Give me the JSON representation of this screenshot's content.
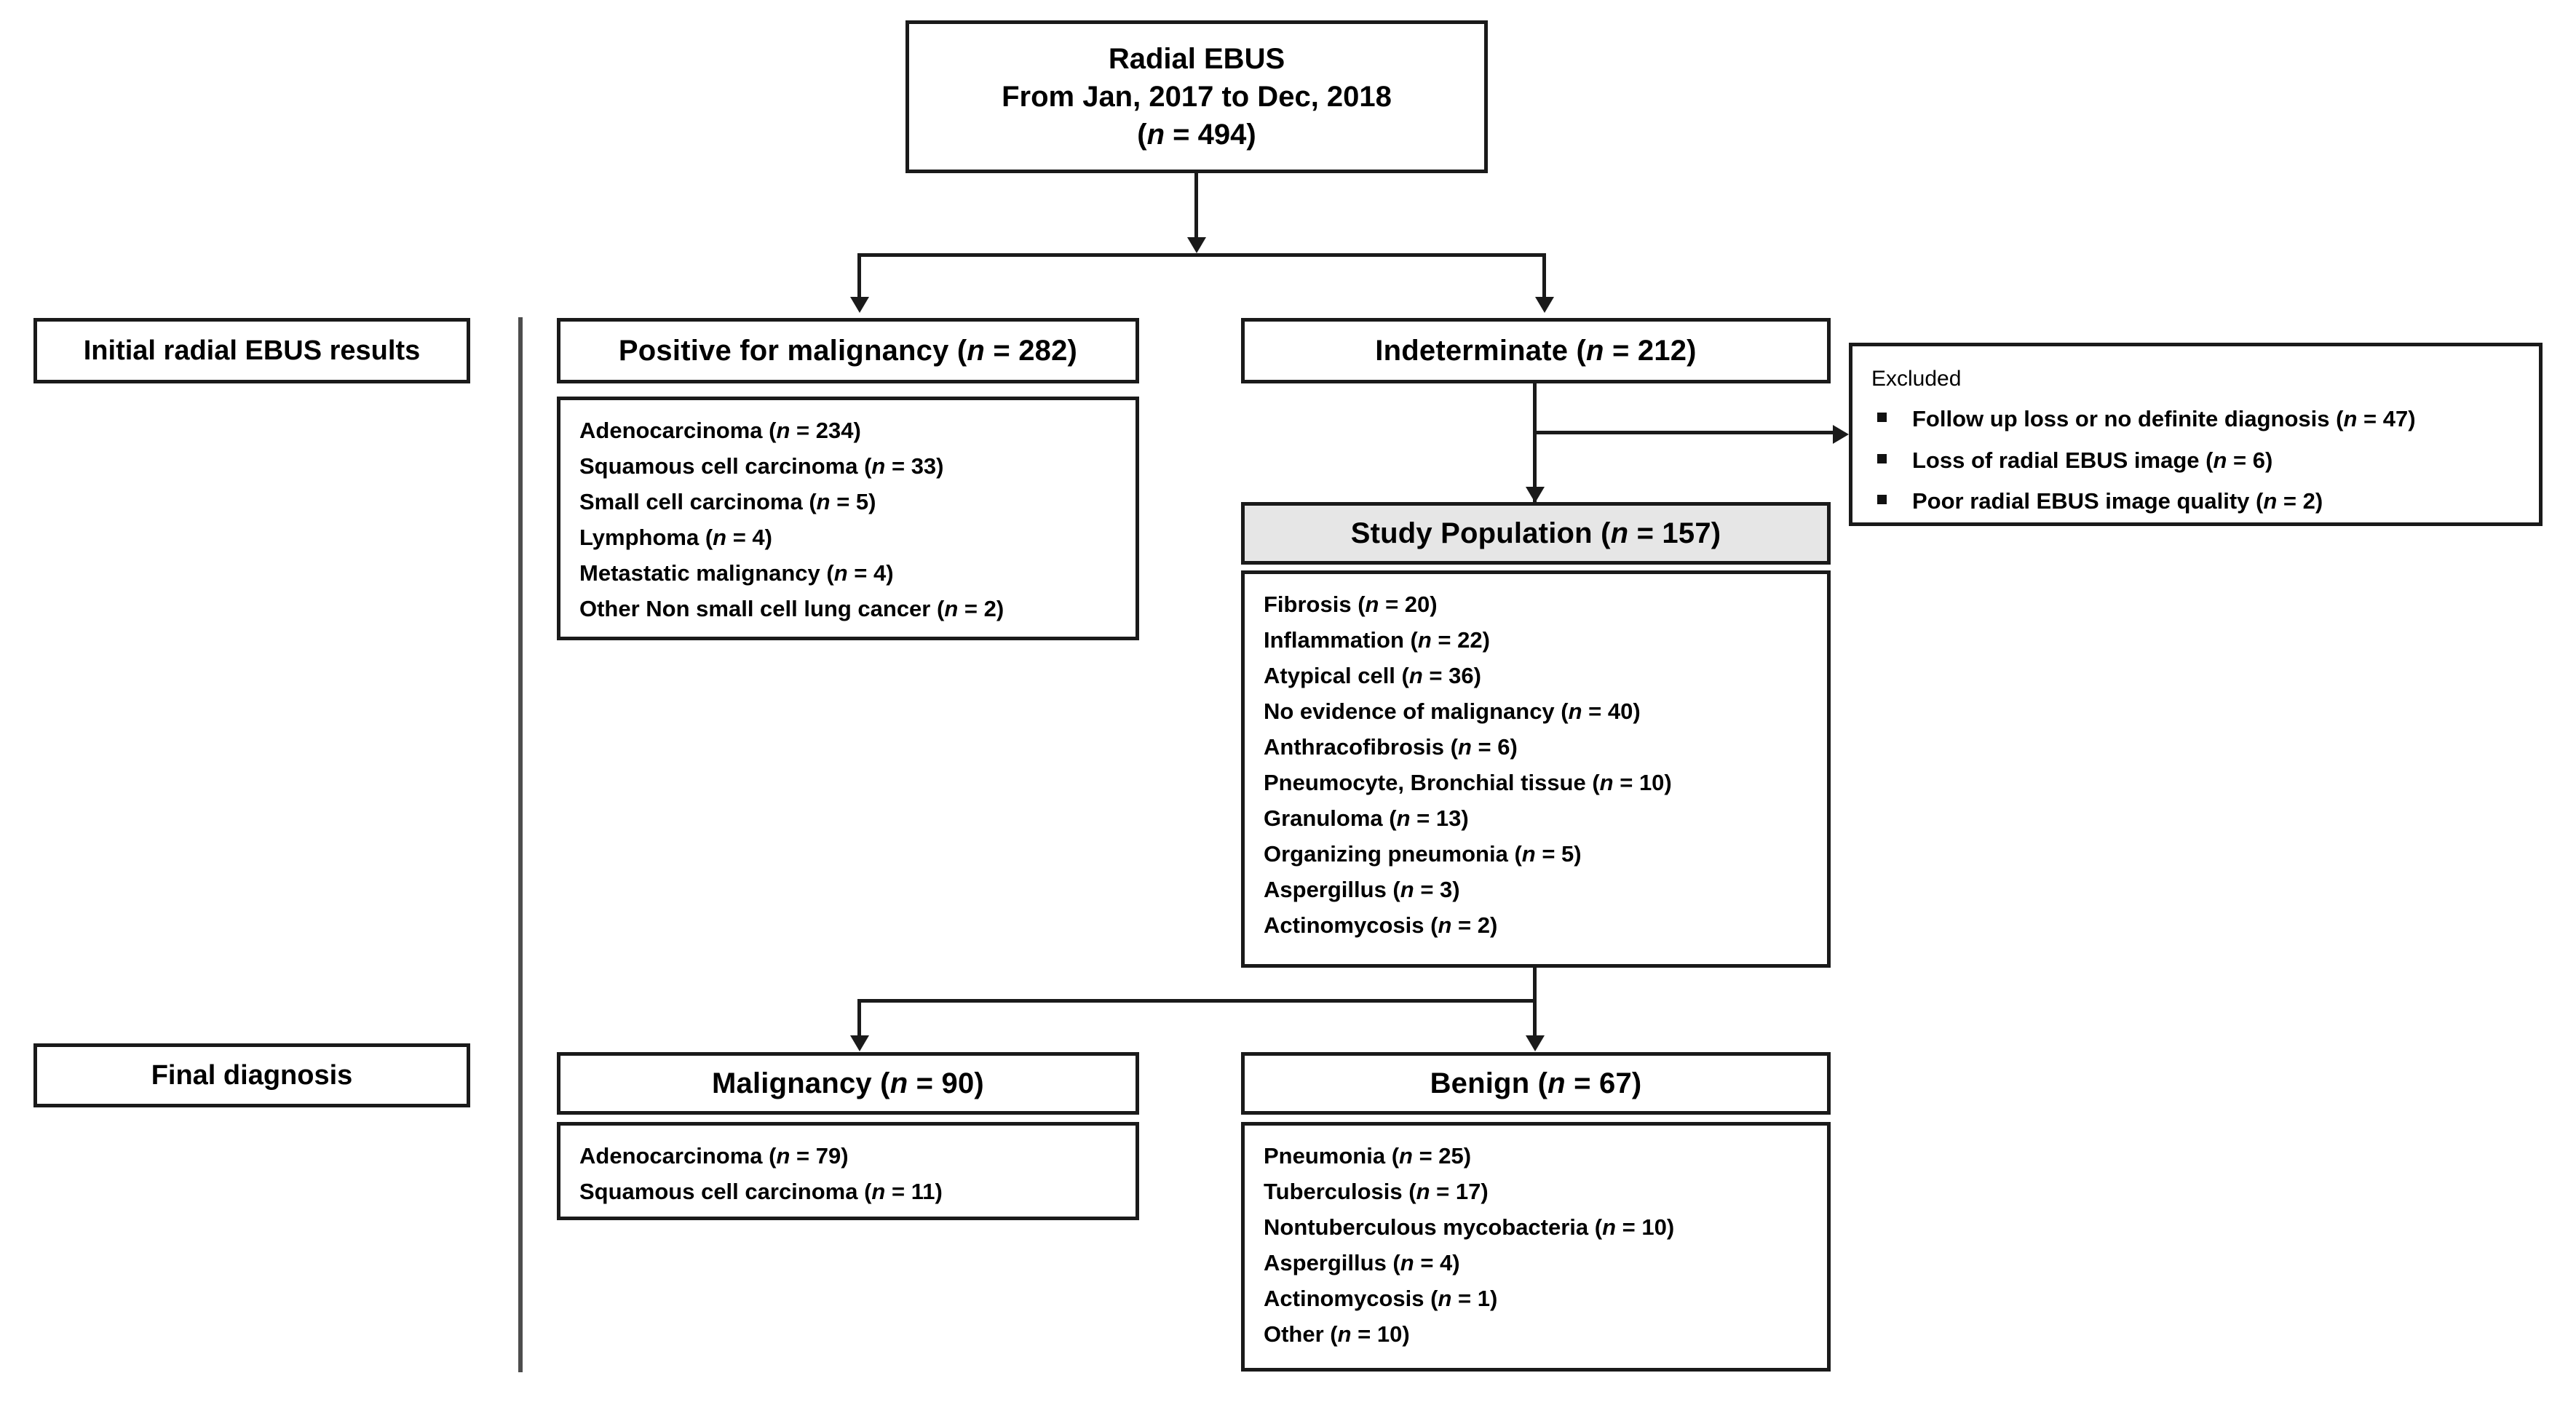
{
  "diagram": {
    "type": "flowchart",
    "title": "Radial EBUS patient selection flow diagram",
    "colors": {
      "line": "#1a1a1a",
      "box_fill": "#ffffff",
      "highlight_fill": "#e6e6e6",
      "divider": "#4d4d4d"
    }
  },
  "root": {
    "line1": "Radial EBUS",
    "line2": "From Jan, 2017 to Dec, 2018",
    "line3_prefix": "(",
    "line3_n": "n",
    "line3_value": " = 494)"
  },
  "row_labels": {
    "initial": "Initial radial EBUS results",
    "final": "Final diagnosis"
  },
  "positive": {
    "header_text": "Positive for malignancy (",
    "header_n": "n",
    "header_value": " = 282)",
    "items": [
      {
        "label": "Adenocarcinoma (",
        "n": "n",
        "value": " = 234)"
      },
      {
        "label": "Squamous cell carcinoma (",
        "n": "n",
        "value": " = 33)"
      },
      {
        "label": "Small cell carcinoma (",
        "n": "n",
        "value": " = 5)"
      },
      {
        "label": "Lymphoma (",
        "n": "n",
        "value": " = 4)"
      },
      {
        "label": "Metastatic  malignancy (",
        "n": "n",
        "value": " = 4)"
      },
      {
        "label": "Other Non small cell lung cancer (",
        "n": "n",
        "value": " = 2)"
      }
    ]
  },
  "indeterminate": {
    "header_text": "Indeterminate (",
    "header_n": "n",
    "header_value": " = 212)"
  },
  "excluded": {
    "heading": "Excluded",
    "items": [
      {
        "label": "Follow up loss or no definite diagnosis (",
        "n": "n",
        "value": " = 47)"
      },
      {
        "label": "Loss of radial EBUS image (",
        "n": "n",
        "value": " = 6)"
      },
      {
        "label": "Poor radial EBUS  image quality (",
        "n": "n",
        "value": " = 2)"
      }
    ]
  },
  "study_population": {
    "header_text": "Study Population (",
    "header_n": "n",
    "header_value": " = 157)",
    "items": [
      {
        "label": "Fibrosis (",
        "n": "n",
        "value": " = 20)"
      },
      {
        "label": "Inflammation (",
        "n": "n",
        "value": " = 22)"
      },
      {
        "label": "Atypical cell (",
        "n": "n",
        "value": " = 36)"
      },
      {
        "label": "No evidence of malignancy (",
        "n": "n",
        "value": " = 40)"
      },
      {
        "label": "Anthracofibrosis  (",
        "n": "n",
        "value": " = 6)"
      },
      {
        "label": "Pneumocyte, Bronchial tissue (",
        "n": "n",
        "value": " = 10)"
      },
      {
        "label": "Granuloma (",
        "n": "n",
        "value": " = 13)"
      },
      {
        "label": "Organizing pneumonia (",
        "n": "n",
        "value": " = 5)"
      },
      {
        "label": "Aspergillus (",
        "n": "n",
        "value": " = 3)"
      },
      {
        "label": "Actinomycosis (",
        "n": "n",
        "value": " = 2)"
      }
    ]
  },
  "malignancy": {
    "header_text": "Malignancy (",
    "header_n": "n",
    "header_value": " = 90)",
    "items": [
      {
        "label": "Adenocarcinoma (",
        "n": "n",
        "value": " = 79)"
      },
      {
        "label": "Squamous cell carcinoma (",
        "n": "n",
        "value": " = 11)"
      }
    ]
  },
  "benign": {
    "header_text": "Benign (",
    "header_n": "n",
    "header_value": " = 67)",
    "items": [
      {
        "label": "Pneumonia (",
        "n": "n",
        "value": " = 25)"
      },
      {
        "label": "Tuberculosis (",
        "n": "n",
        "value": " = 17)"
      },
      {
        "label": "Nontuberculous mycobacteria (",
        "n": "n",
        "value": " = 10)"
      },
      {
        "label": "Aspergillus (",
        "n": "n",
        "value": " = 4)"
      },
      {
        "label": "Actinomycosis (",
        "n": "n",
        "value": " = 1)"
      },
      {
        "label": "Other (",
        "n": "n",
        "value": " = 10)"
      }
    ]
  }
}
